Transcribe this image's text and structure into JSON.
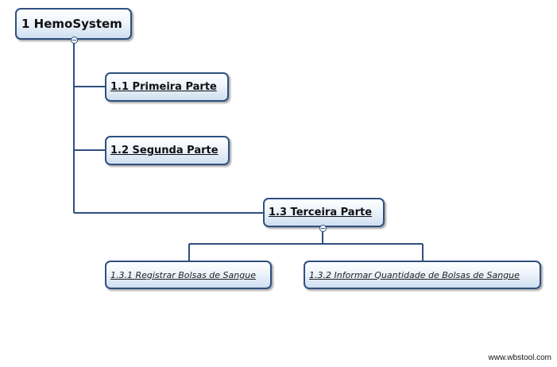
{
  "diagram": {
    "root": {
      "label": "1 HemoSystem"
    },
    "children": [
      {
        "label": "1.1 Primeira Parte"
      },
      {
        "label": "1.2 Segunda Parte"
      },
      {
        "label": "1.3 Terceira Parte",
        "children": [
          {
            "label": "1.3.1 Registrar Bolsas de Sangue"
          },
          {
            "label": "1.3.2 Informar Quantidade de Bolsas de Sangue"
          }
        ]
      }
    ]
  },
  "watermark": "www.wbstool.com",
  "colors": {
    "line": "#2f4f7f",
    "node_fill_top": "#ffffff",
    "node_fill_bottom": "#cfdff0"
  }
}
